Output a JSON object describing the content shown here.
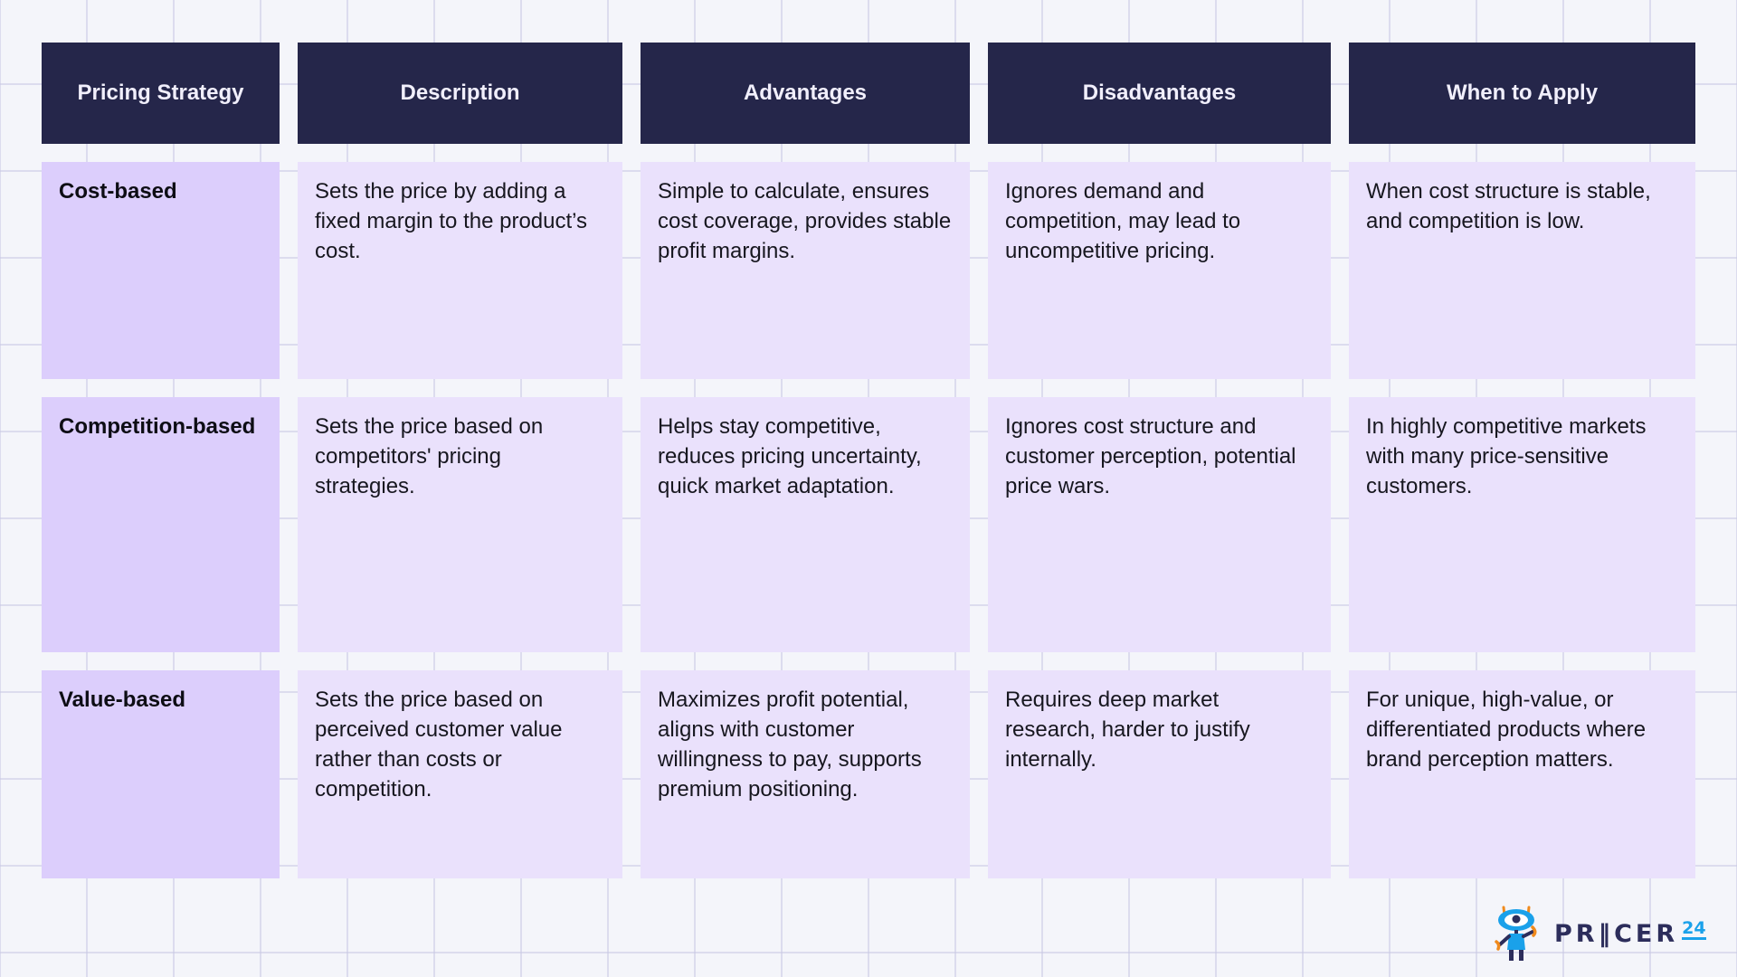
{
  "table": {
    "headers": [
      "Pricing Strategy",
      "Description",
      "Advantages",
      "Disadvantages",
      "When to Apply"
    ],
    "rows": [
      {
        "strategy": "Cost-based",
        "description": "Sets the price by adding a fixed margin to the product’s cost.",
        "advantages": "Simple to calculate, ensures cost coverage, provides stable profit margins.",
        "disadvantages": "Ignores demand and competition, may lead to uncompetitive pricing.",
        "when_to_apply": "When cost structure is stable, and competition is low."
      },
      {
        "strategy": "Competition-based",
        "description": "Sets the price based on competitors' pricing strategies.",
        "advantages": "Helps stay competitive, reduces pricing uncertainty, quick market adaptation.",
        "disadvantages": "Ignores cost structure and customer perception, potential price wars.",
        "when_to_apply": "In highly competitive markets with many price-sensitive customers."
      },
      {
        "strategy": "Value-based",
        "description": "Sets the price based on perceived customer value rather than costs or competition.",
        "advantages": "Maximizes profit potential, aligns with customer willingness to pay, supports premium positioning.",
        "disadvantages": "Requires deep market research, harder to justify internally.",
        "when_to_apply": "For unique, high-value, or differentiated products where brand perception matters."
      }
    ]
  },
  "logo": {
    "brand_name": "PR‖CER",
    "brand_suffix": "24",
    "mascot_icon": "eye-robot-mascot-icon"
  },
  "colors": {
    "header_bg": "#25264a",
    "header_text": "#f1effc",
    "first_col_bg": "#dccefc",
    "cell_bg": "#eae1fc",
    "page_bg": "#f4f5fa",
    "brand_navy": "#2c2d5b",
    "brand_blue": "#1aa1ea",
    "brand_orange": "#f08a1c"
  }
}
